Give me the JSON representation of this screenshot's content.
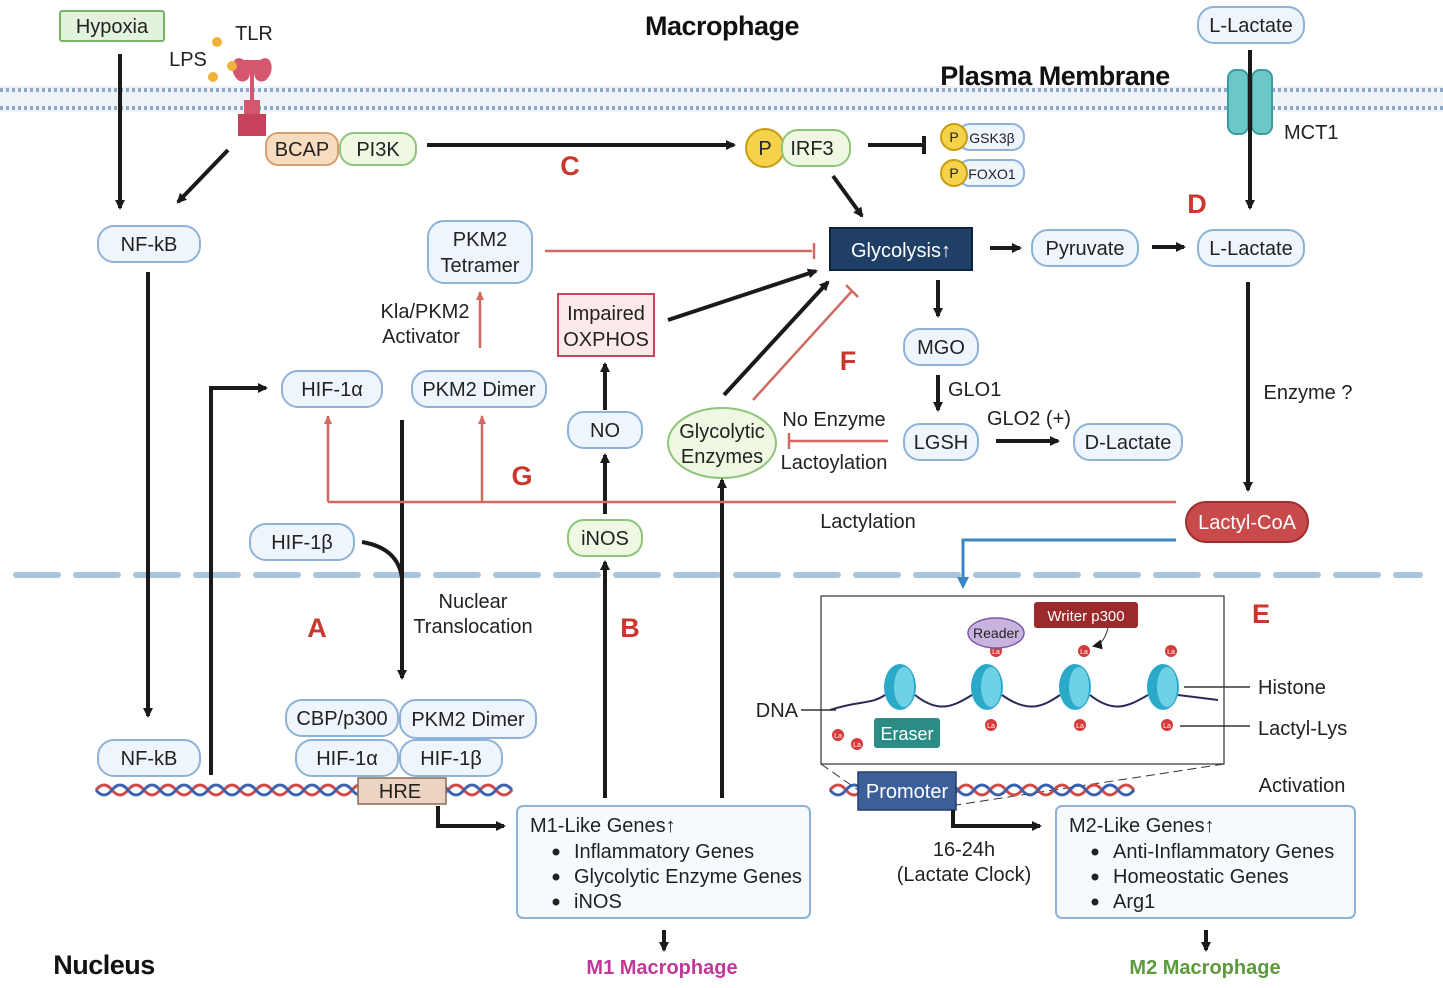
{
  "titles": {
    "macrophage": "Macrophage",
    "membrane": "Plasma Membrane",
    "nucleus": "Nucleus"
  },
  "nodes": {
    "hypoxia": "Hypoxia",
    "tlr": "TLR",
    "lps": "LPS",
    "bcap": "BCAP",
    "pi3k": "PI3K",
    "p": "P",
    "irf3": "IRF3",
    "gsk3b": "GSK3β",
    "foxo1": "FOXO1",
    "l_lactate_out": "L-Lactate",
    "mct1": "MCT1",
    "nfkb_top": "NF-kB",
    "pkm2_tetramer_1": "PKM2",
    "pkm2_tetramer_2": "Tetramer",
    "glycolysis": "Glycolysis↑",
    "pyruvate": "Pyruvate",
    "l_lactate_in": "L-Lactate",
    "kla_1": "Kla/PKM2",
    "kla_2": "Activator",
    "oxphos_1": "Impaired",
    "oxphos_2": "OXPHOS",
    "mgo": "MGO",
    "glo1": "GLO1",
    "glo2": "GLO2 (+)",
    "lgsh": "LGSH",
    "d_lactate": "D-Lactate",
    "hif1a_top": "HIF-1α",
    "pkm2_dimer_top": "PKM2 Dimer",
    "no": "NO",
    "gly_enz_1": "Glycolytic",
    "gly_enz_2": "Enzymes",
    "no_enzyme": "No Enzyme",
    "lactoylation": "Lactoylation",
    "enzyme_q": "Enzyme ?",
    "lactylation": "Lactylation",
    "lactyl_coa": "Lactyl-CoA",
    "hif1b_top": "HIF-1β",
    "inos": "iNOS",
    "nuclear_1": "Nuclear",
    "nuclear_2": "Translocation",
    "cbp": "CBP/p300",
    "pkm2_dimer_bot": "PKM2 Dimer",
    "hif1a_bot": "HIF-1α",
    "hif1b_bot": "HIF-1β",
    "nfkb_bot": "NF-kB",
    "hre": "HRE",
    "reader": "Reader",
    "writer": "Writer p300",
    "eraser": "Eraser",
    "dna": "DNA",
    "histone": "Histone",
    "lactyl_lys": "Lactyl-Lys",
    "la": "La",
    "promoter": "Promoter",
    "activation": "Activation",
    "clock_1": "16-24h",
    "clock_2": "(Lactate Clock)"
  },
  "letters": {
    "a": "A",
    "b": "B",
    "c": "C",
    "d": "D",
    "e": "E",
    "f": "F",
    "g": "G"
  },
  "m1": {
    "title": "M1-Like Genes↑",
    "items": [
      "Inflammatory Genes",
      "Glycolytic Enzyme Genes",
      "iNOS"
    ],
    "result": "M1 Macrophage"
  },
  "m2": {
    "title": "M2-Like Genes↑",
    "items": [
      "Anti-Inflammatory Genes",
      "Homeostatic Genes",
      "Arg1"
    ],
    "result": "M2 Macrophage"
  },
  "colors": {
    "inhibit_red": "#d06a62",
    "glycolysis_fill": "#1f3f66",
    "lactyl_coa_fill": "#c94a4a",
    "m1_color": "#c0399a",
    "m2_color": "#5c9a3c",
    "letter_red": "#c8382e",
    "histone_teal": "#2aa9c8",
    "promoter_fill": "#3d5f97",
    "eraser_fill": "#2b8c85",
    "writer_fill": "#9b2a2a",
    "reader_fill": "#c9b4e0"
  }
}
